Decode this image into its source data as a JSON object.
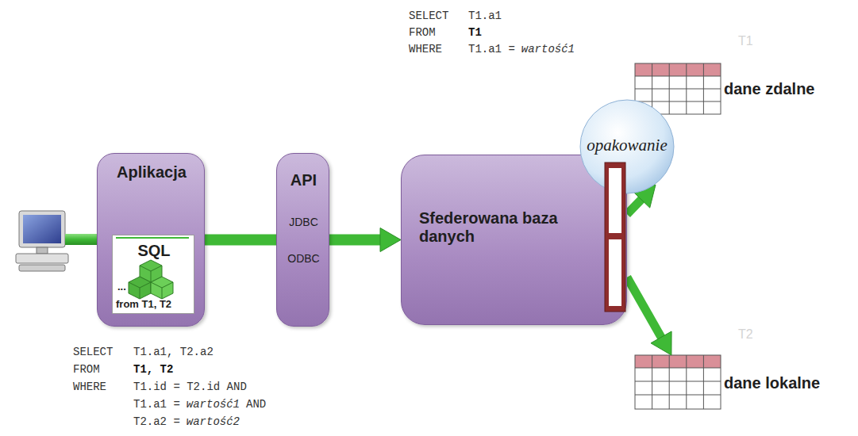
{
  "diagram": {
    "nodes": [
      {
        "text": [
          "Aplikacja"
        ]
      },
      {
        "text": [
          "SQL",
          "...",
          "from T1, T2"
        ],
        "in": 0
      },
      {
        "text": [
          "API",
          "JDBC",
          "ODBC"
        ]
      },
      {
        "text": [
          "Sfederowana baza danych"
        ]
      },
      {
        "text": [
          "opakowanie"
        ]
      },
      {
        "text": [
          "dane zdalne"
        ]
      },
      {
        "text": [
          "dane lokalne"
        ]
      }
    ],
    "edges": [
      {
        "from": 0,
        "to": 2,
        "arrow": "none"
      },
      {
        "from": 2,
        "to": 3,
        "arrow": "to"
      },
      {
        "from": 3,
        "to": 4,
        "arrow": "to"
      },
      {
        "from": 3,
        "to": 6,
        "arrow": "to"
      }
    ],
    "labels": [
      "SELECT",
      "T1.a1",
      "FROM",
      "T1",
      "WHERE",
      "T1.a1 =",
      "wartość1",
      "SELECT",
      "T1.a1, T2.a2",
      "FROM",
      "T1, T2",
      "WHERE",
      "T1.id = T2.id AND",
      "T1.a1 =",
      "wartość1",
      "AND",
      "T2.a2 =",
      "wartość2",
      "T1",
      "T2"
    ]
  }
}
